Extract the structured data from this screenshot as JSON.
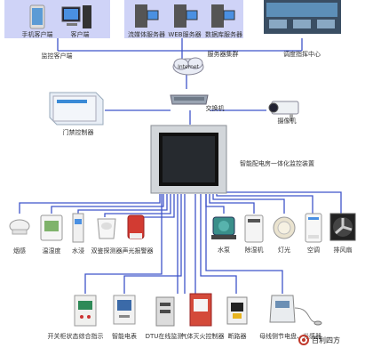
{
  "top": {
    "mobile_client": "手机客户端",
    "pc_client": "客户端",
    "monitor_client": "监控客户端",
    "streaming_server": "流媒体服务器",
    "web_server": "WEB服务器",
    "data_server": "数据库服务器",
    "server_cluster": "服务器集群",
    "dispatch_center": "调度指挥中心"
  },
  "network": {
    "internet": "Internet",
    "switch": "交换机",
    "access_controller": "门禁控制器",
    "camera": "摄像机"
  },
  "hub": {
    "label": "智能配电房一体化监控装置"
  },
  "sensors": [
    {
      "label": "烟感"
    },
    {
      "label": "温湿度"
    },
    {
      "label": "水浸"
    },
    {
      "label": "双鉴探测器"
    },
    {
      "label": "声光报警器"
    }
  ],
  "actuators": [
    {
      "label": "水泵"
    },
    {
      "label": "除湿机"
    },
    {
      "label": "灯光"
    },
    {
      "label": "空调"
    },
    {
      "label": "排风扇"
    }
  ],
  "bottom": [
    {
      "label": "开关柜状态综合指示"
    },
    {
      "label": "智能电表"
    },
    {
      "label": "DTU在线监测"
    },
    {
      "label": "气体灭火控制器"
    },
    {
      "label": "断路器"
    },
    {
      "label": "母线侧节电盘、光感器"
    }
  ],
  "watermark": "百利四方",
  "colors": {
    "wire": "#3f55c9",
    "panel_bg": "#cfd3f7"
  }
}
